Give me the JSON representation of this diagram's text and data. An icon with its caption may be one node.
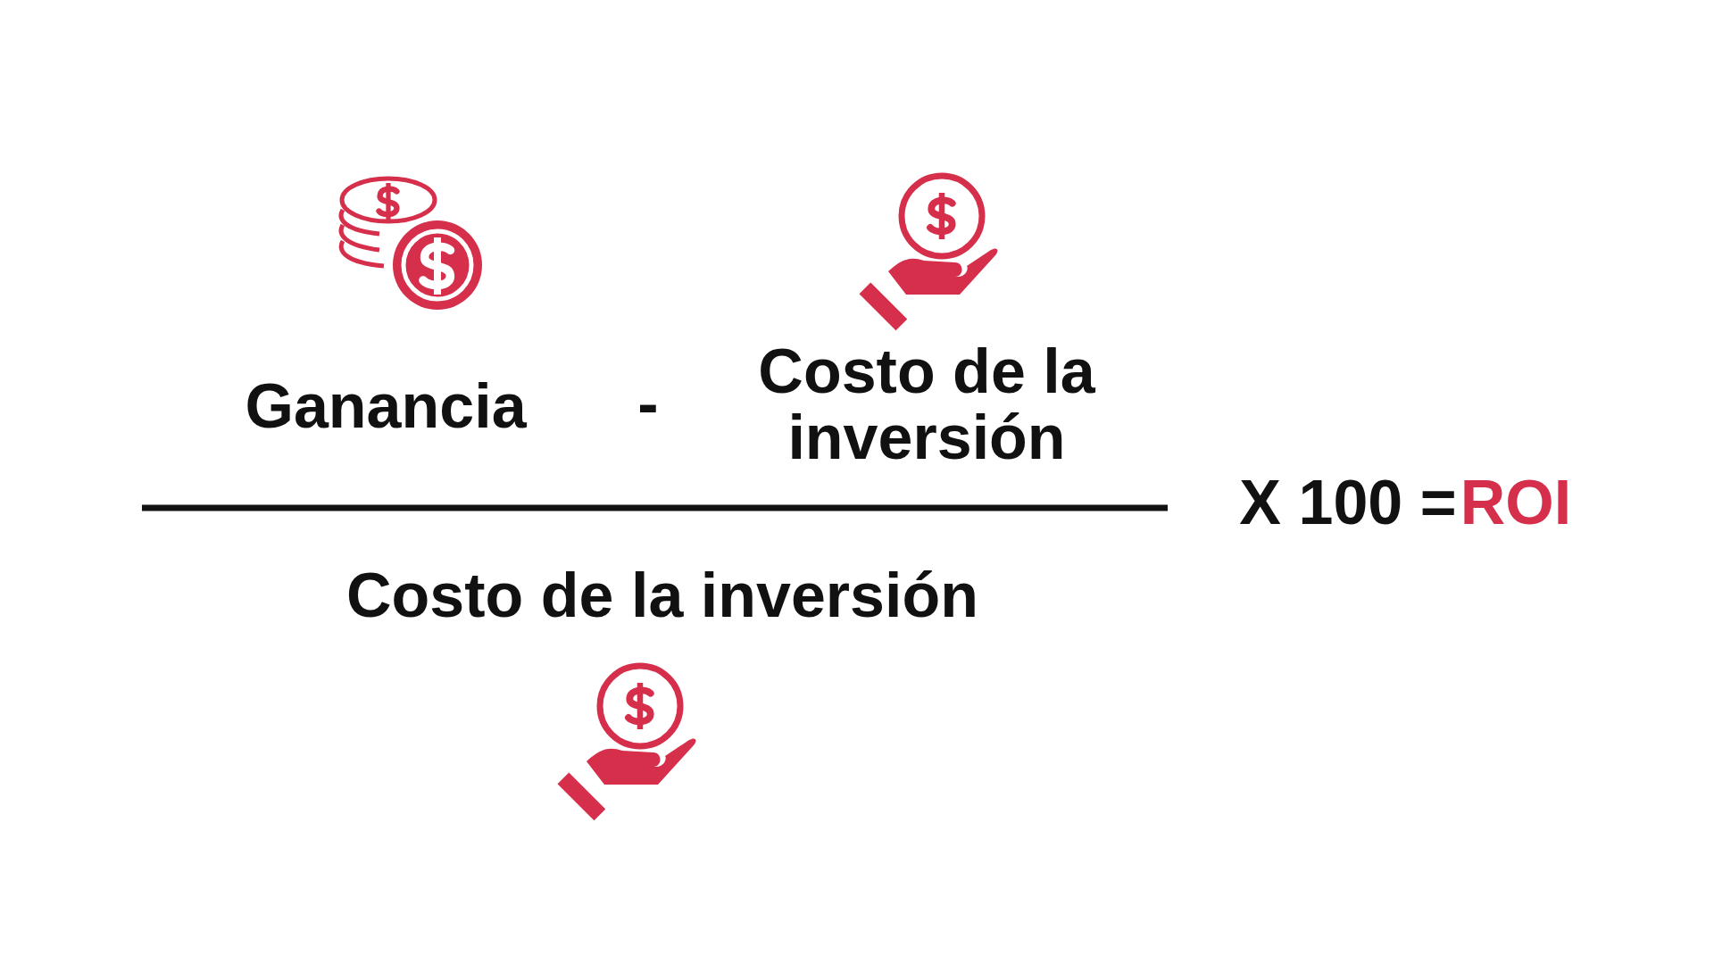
{
  "diagram": {
    "labels": [
      "Ganancia",
      "-",
      "Costo de la inversión",
      "X 100 =",
      "ROI",
      "Costo de la inversión"
    ]
  }
}
